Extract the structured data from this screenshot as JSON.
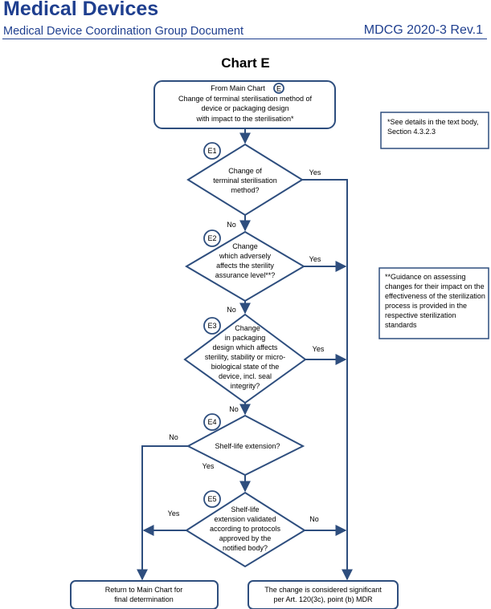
{
  "header": {
    "title": "Medical Devices",
    "subtitle": "Medical Device Coordination Group Document",
    "reference": "MDCG  2020-3 Rev.1"
  },
  "chart_title": "Chart E",
  "start_box": {
    "line1": "From Main Chart",
    "marker": "E",
    "line2": "Change of terminal sterilisation method of",
    "line3": "device or packaging design",
    "line4": "with impact to the sterilisation*"
  },
  "decisions": {
    "e1": {
      "label": "E1",
      "lines": [
        "Change of",
        "terminal sterilisation",
        "method?"
      ]
    },
    "e2": {
      "label": "E2",
      "lines": [
        "Change",
        "which adversely",
        "affects the sterility",
        "assurance level**?"
      ]
    },
    "e3": {
      "label": "E3",
      "lines": [
        "Change",
        "in packaging",
        "design which affects",
        "sterility, stability or micro-",
        "biological state of the",
        "device, incl. seal",
        "integrity?"
      ]
    },
    "e4": {
      "label": "E4",
      "lines": [
        "Shelf-life extension?"
      ]
    },
    "e5": {
      "label": "E5",
      "lines": [
        "Shelf-life",
        "extension validated",
        "according to protocols",
        "approved by the",
        "notified body?"
      ]
    }
  },
  "edge_labels": {
    "e1_yes": "Yes",
    "e1_no": "No",
    "e2_yes": "Yes",
    "e2_no": "No",
    "e3_yes": "Yes",
    "e3_no": "No",
    "e4_no": "No",
    "e4_yes": "Yes",
    "e5_yes": "Yes",
    "e5_no": "No"
  },
  "outcomes": {
    "return": {
      "line1": "Return to Main Chart for",
      "line2": "final determination"
    },
    "significant": {
      "line1": "The change is considered significant",
      "line2": "per Art. 120(3c), point (b) MDR"
    }
  },
  "notes": {
    "note1": "*See details in the text body, Section 4.3.2.3",
    "note2": "**Guidance on assessing changes for their impact on the effectiveness of the sterilization process is provided in the respective sterilization standards"
  },
  "colors": {
    "accent": "#1f3f8f",
    "stroke": "#2e4e7e"
  }
}
